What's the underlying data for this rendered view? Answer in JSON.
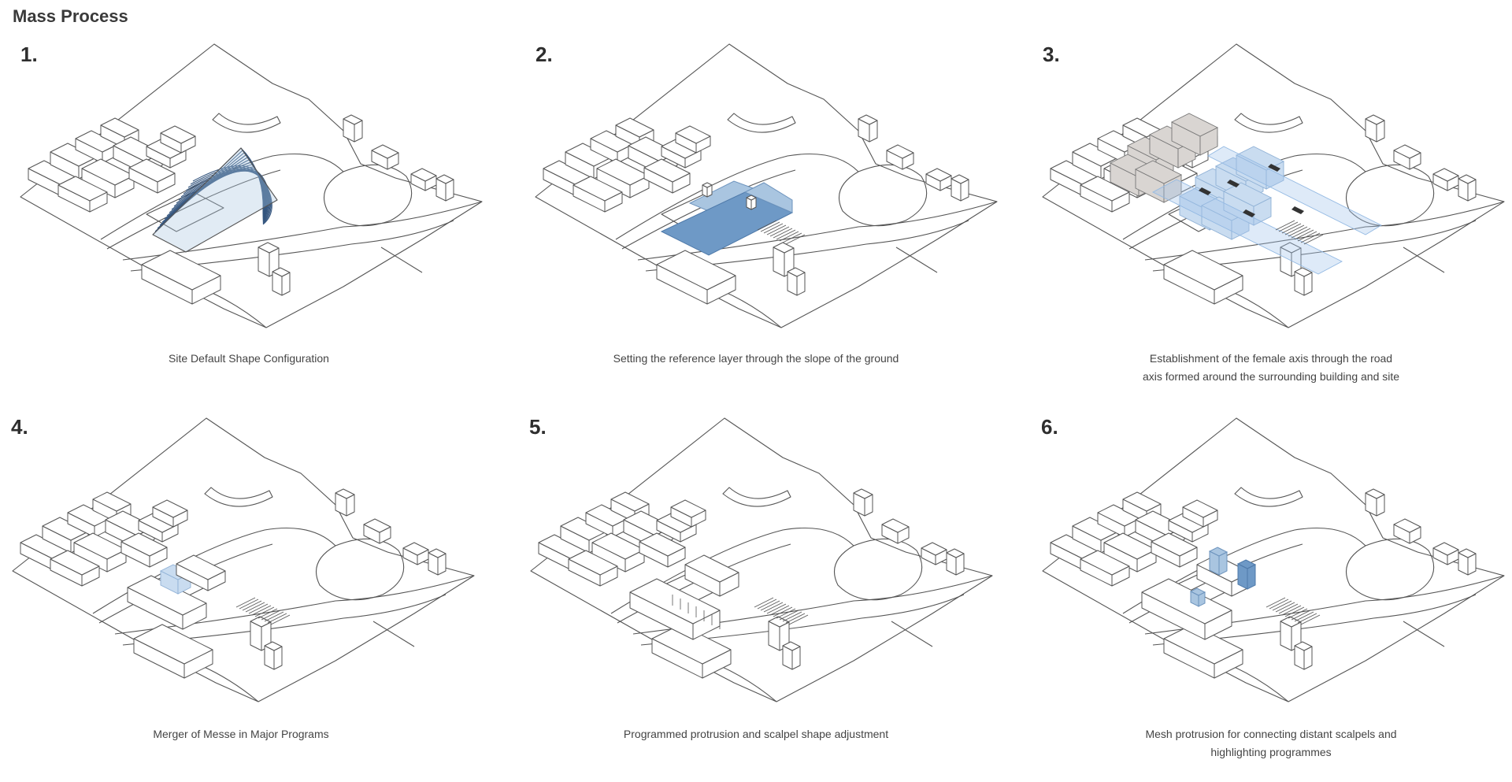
{
  "page": {
    "title": "Mass Process"
  },
  "panels": [
    {
      "number": "1.",
      "caption_lines": [
        "Site Default Shape Configuration"
      ]
    },
    {
      "number": "2.",
      "caption_lines": [
        "Setting the reference layer through the slope of the ground"
      ]
    },
    {
      "number": "3.",
      "caption_lines": [
        "Establishment of the female axis through the road",
        "axis formed around the surrounding building and site"
      ]
    },
    {
      "number": "4.",
      "caption_lines": [
        "Merger of Messe in Major Programs"
      ]
    },
    {
      "number": "5.",
      "caption_lines": [
        "Programmed protrusion and scalpel shape adjustment"
      ]
    },
    {
      "number": "6.",
      "caption_lines": [
        "Mesh protrusion for connecting distant scalpels and",
        "highlighting programmes"
      ]
    }
  ],
  "colors": {
    "line": "#555555",
    "contour": "#35567f",
    "blue_fill": "#6e99c6",
    "blue_light": "#c9dcf0",
    "grey_mass": "#d9d5d2"
  }
}
